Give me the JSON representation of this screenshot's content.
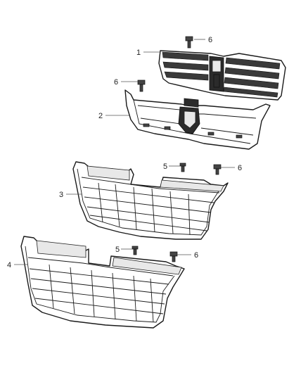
{
  "callouts": {
    "part_1": "1",
    "part_2": "2",
    "part_3": "3",
    "part_4": "4",
    "fastener_5a": "5",
    "fastener_5b": "5",
    "fastener_6a": "6",
    "fastener_6b": "6",
    "fastener_6c": "6",
    "fastener_6d": "6"
  }
}
